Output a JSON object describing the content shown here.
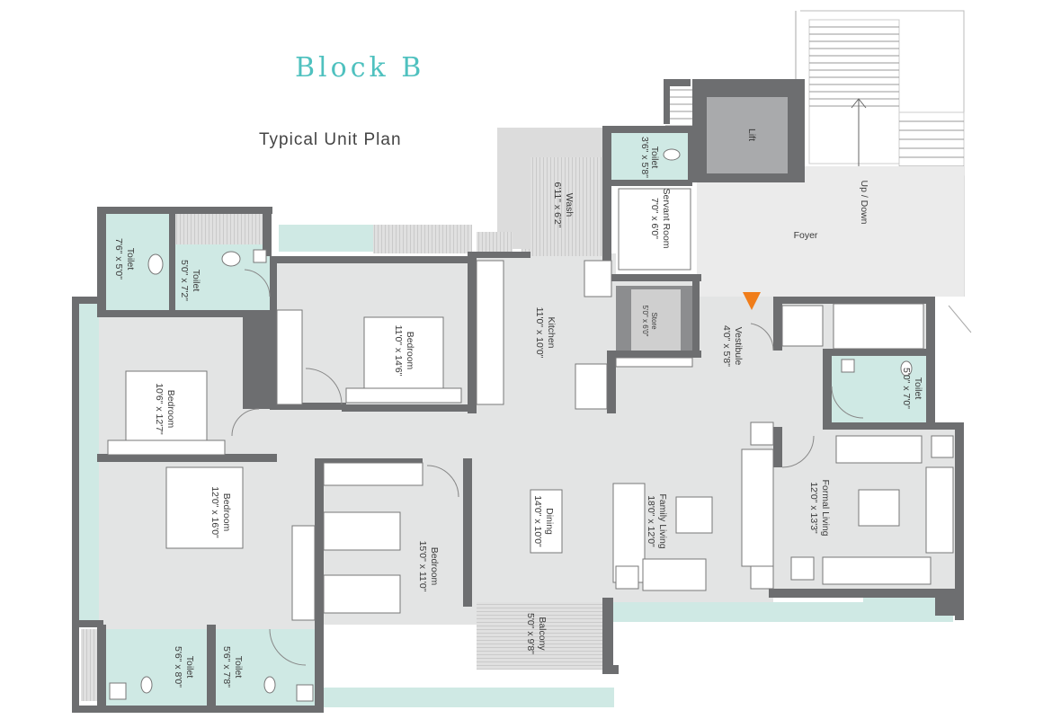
{
  "header": {
    "title": "Block B",
    "subtitle": "Typical Unit Plan"
  },
  "colors": {
    "wall": "#6d6e70",
    "floor": "#e3e4e4",
    "wet_area": "#cfe9e4",
    "outside": "#ffffff",
    "accent": "#4fc1bf",
    "entry_marker": "#f07d1a",
    "store": "#8c8d8f"
  },
  "rooms": {
    "toilet_1": {
      "name": "Toilet",
      "size": "7'6\" x 5'0\""
    },
    "toilet_2": {
      "name": "Toilet",
      "size": "5'0\" x 7'2\""
    },
    "bedroom_1": {
      "name": "Bedroom",
      "size": "11'0\" x 14'6\""
    },
    "bedroom_2": {
      "name": "Bedroom",
      "size": "10'6\" x 12'7\""
    },
    "bedroom_3": {
      "name": "Bedroom",
      "size": "12'0\" x 16'0\""
    },
    "bedroom_4": {
      "name": "Bedroom",
      "size": "15'0\" x 11'0\""
    },
    "kitchen": {
      "name": "Kitchen",
      "size": "11'0\" x 10'0\""
    },
    "wash": {
      "name": "Wash",
      "size": "6'11\" x 6'2\""
    },
    "toilet_servant": {
      "name": "Toilet",
      "size": "3'6\" x 5'8\""
    },
    "servant_room": {
      "name": "Servant Room",
      "size": "7'0\" x 6'0\""
    },
    "store": {
      "name": "Store",
      "size": "5'0\" x 6'0\""
    },
    "lift": {
      "name": "Lift"
    },
    "stairs": {
      "name": "Up / Down"
    },
    "foyer": {
      "name": "Foyer"
    },
    "vestibule": {
      "name": "Vestibule",
      "size": "4'0\" x 5'8\""
    },
    "toilet_3": {
      "name": "Toilet",
      "size": "5'0\" x 7'0\""
    },
    "dining": {
      "name": "Dining",
      "size": "14'0\" x 10'0\""
    },
    "family_living": {
      "name": "Family Living",
      "size": "18'0\" x 12'0\""
    },
    "formal_living": {
      "name": "Formal Living",
      "size": "12'0\" x 13'3\""
    },
    "balcony": {
      "name": "Balcony",
      "size": "5'0\" x 9'8\""
    },
    "toilet_4": {
      "name": "Toilet",
      "size": "5'6\" x 8'0\""
    },
    "toilet_5": {
      "name": "Toilet",
      "size": "5'6\" x 7'8\""
    }
  }
}
